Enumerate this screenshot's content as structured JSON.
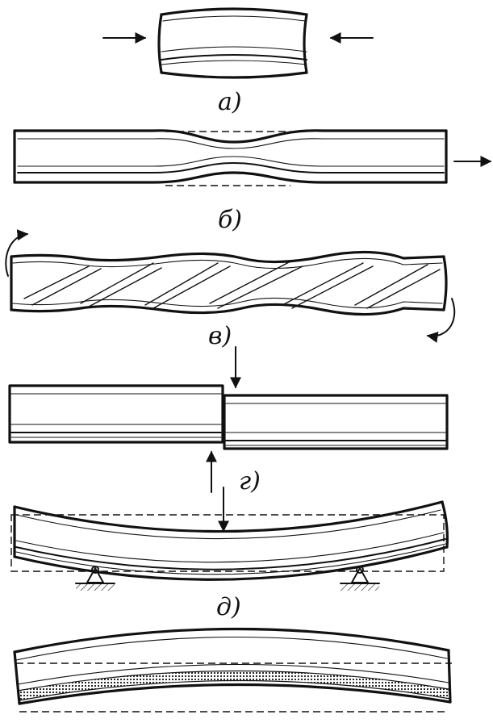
{
  "labels": {
    "a": "а)",
    "b": "б)",
    "v": "в)",
    "g": "г)",
    "d": "д)"
  },
  "colors": {
    "ink": "#111111",
    "paper": "#ffffff"
  }
}
